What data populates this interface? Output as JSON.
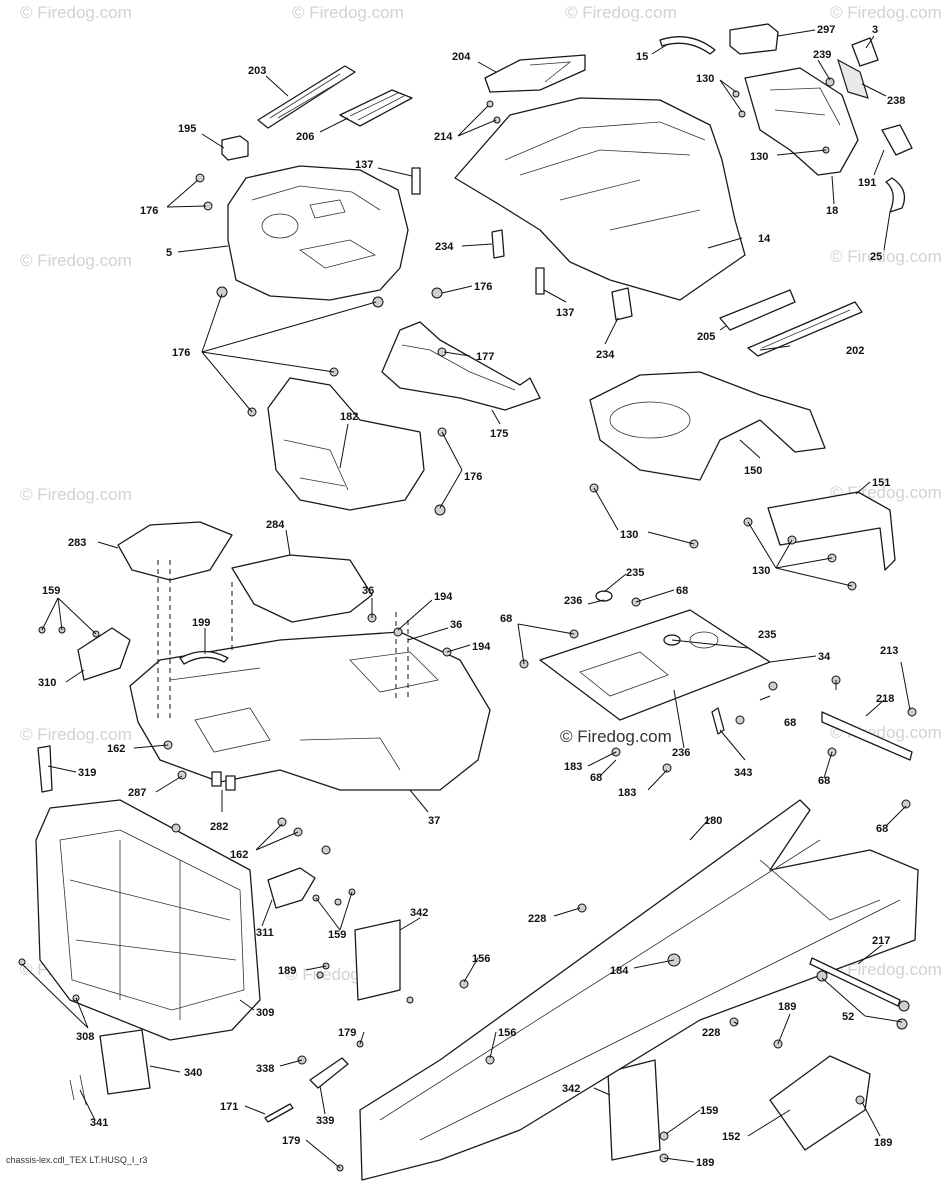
{
  "watermark": {
    "text": "© Firedog.com",
    "center_text": "© Firedog.com"
  },
  "footer": {
    "file_label": "chassis-lex.cdl_TEX LT.HUSQ_I_r3"
  },
  "callouts": [
    {
      "id": "297",
      "text": "297"
    },
    {
      "id": "3",
      "text": "3"
    },
    {
      "id": "204",
      "text": "204"
    },
    {
      "id": "15",
      "text": "15"
    },
    {
      "id": "203",
      "text": "203"
    },
    {
      "id": "130a",
      "text": "130"
    },
    {
      "id": "239",
      "text": "239"
    },
    {
      "id": "238",
      "text": "238"
    },
    {
      "id": "195",
      "text": "195"
    },
    {
      "id": "206",
      "text": "206"
    },
    {
      "id": "214",
      "text": "214"
    },
    {
      "id": "130b",
      "text": "130"
    },
    {
      "id": "191",
      "text": "191"
    },
    {
      "id": "137a",
      "text": "137"
    },
    {
      "id": "18",
      "text": "18"
    },
    {
      "id": "176a",
      "text": "176"
    },
    {
      "id": "25",
      "text": "25"
    },
    {
      "id": "5",
      "text": "5"
    },
    {
      "id": "234a",
      "text": "234"
    },
    {
      "id": "14",
      "text": "14"
    },
    {
      "id": "176b",
      "text": "176"
    },
    {
      "id": "137b",
      "text": "137"
    },
    {
      "id": "234b",
      "text": "234"
    },
    {
      "id": "205",
      "text": "205"
    },
    {
      "id": "202",
      "text": "202"
    },
    {
      "id": "176c",
      "text": "176"
    },
    {
      "id": "177",
      "text": "177"
    },
    {
      "id": "175",
      "text": "175"
    },
    {
      "id": "182",
      "text": "182"
    },
    {
      "id": "150",
      "text": "150"
    },
    {
      "id": "176d",
      "text": "176"
    },
    {
      "id": "151",
      "text": "151"
    },
    {
      "id": "130c",
      "text": "130"
    },
    {
      "id": "283",
      "text": "283"
    },
    {
      "id": "284",
      "text": "284"
    },
    {
      "id": "130d",
      "text": "130"
    },
    {
      "id": "235a",
      "text": "235"
    },
    {
      "id": "159a",
      "text": "159"
    },
    {
      "id": "36a",
      "text": "36"
    },
    {
      "id": "194a",
      "text": "194"
    },
    {
      "id": "236a",
      "text": "236"
    },
    {
      "id": "68a",
      "text": "68"
    },
    {
      "id": "199",
      "text": "199"
    },
    {
      "id": "36b",
      "text": "36"
    },
    {
      "id": "68b",
      "text": "68"
    },
    {
      "id": "213",
      "text": "213"
    },
    {
      "id": "235b",
      "text": "235"
    },
    {
      "id": "194b",
      "text": "194"
    },
    {
      "id": "34",
      "text": "34"
    },
    {
      "id": "310",
      "text": "310"
    },
    {
      "id": "218",
      "text": "218"
    },
    {
      "id": "68c",
      "text": "68"
    },
    {
      "id": "162a",
      "text": "162"
    },
    {
      "id": "236b",
      "text": "236"
    },
    {
      "id": "319",
      "text": "319"
    },
    {
      "id": "183a",
      "text": "183"
    },
    {
      "id": "343",
      "text": "343"
    },
    {
      "id": "68d",
      "text": "68"
    },
    {
      "id": "68e",
      "text": "68"
    },
    {
      "id": "287",
      "text": "287"
    },
    {
      "id": "183b",
      "text": "183"
    },
    {
      "id": "37",
      "text": "37"
    },
    {
      "id": "282",
      "text": "282"
    },
    {
      "id": "180",
      "text": "180"
    },
    {
      "id": "68f",
      "text": "68"
    },
    {
      "id": "162b",
      "text": "162"
    },
    {
      "id": "342a",
      "text": "342"
    },
    {
      "id": "228a",
      "text": "228"
    },
    {
      "id": "311",
      "text": "311"
    },
    {
      "id": "159b",
      "text": "159"
    },
    {
      "id": "217",
      "text": "217"
    },
    {
      "id": "189a",
      "text": "189"
    },
    {
      "id": "156a",
      "text": "156"
    },
    {
      "id": "184",
      "text": "184"
    },
    {
      "id": "52",
      "text": "52"
    },
    {
      "id": "228b",
      "text": "228"
    },
    {
      "id": "308",
      "text": "308"
    },
    {
      "id": "309",
      "text": "309"
    },
    {
      "id": "189b",
      "text": "189"
    },
    {
      "id": "179a",
      "text": "179"
    },
    {
      "id": "156b",
      "text": "156"
    },
    {
      "id": "340",
      "text": "340"
    },
    {
      "id": "338",
      "text": "338"
    },
    {
      "id": "342b",
      "text": "342"
    },
    {
      "id": "171",
      "text": "171"
    },
    {
      "id": "339",
      "text": "339"
    },
    {
      "id": "159c",
      "text": "159"
    },
    {
      "id": "341",
      "text": "341"
    },
    {
      "id": "179b",
      "text": "179"
    },
    {
      "id": "152",
      "text": "152"
    },
    {
      "id": "189c",
      "text": "189"
    },
    {
      "id": "189d",
      "text": "189"
    }
  ]
}
